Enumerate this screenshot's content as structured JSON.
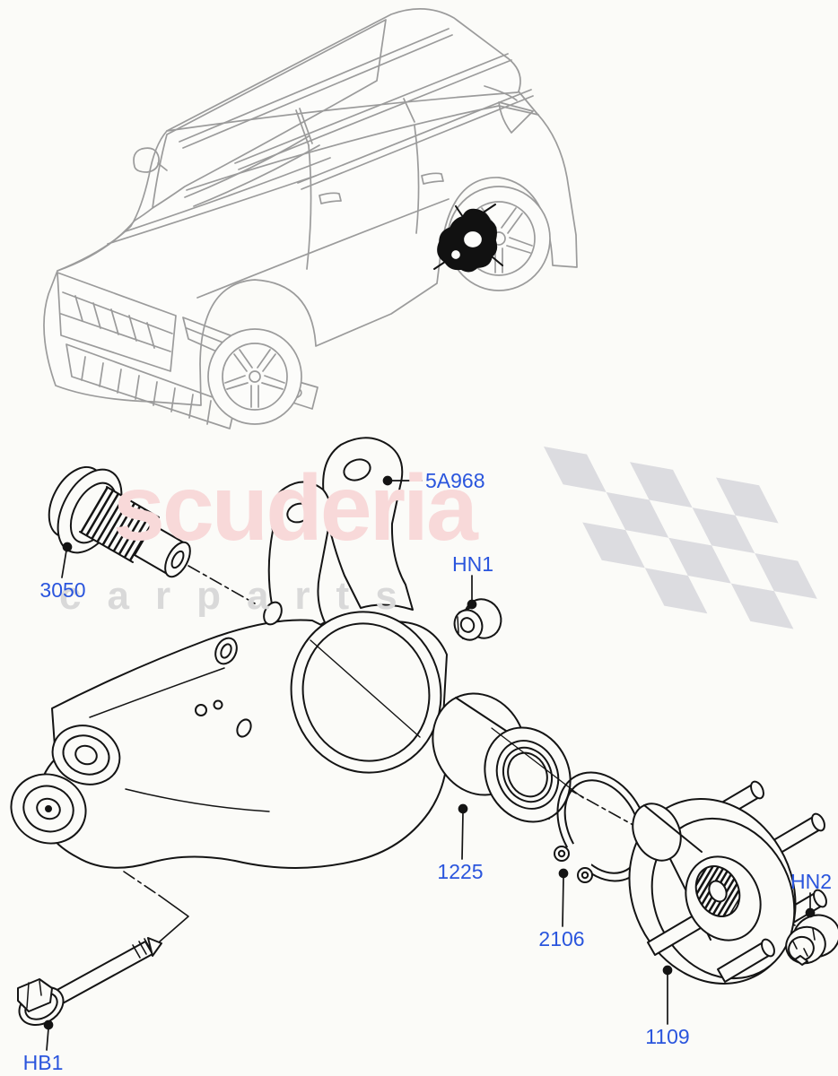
{
  "page": {
    "background_color": "#fbfbf8",
    "diagram_line_color": "#141414",
    "vehicle_line_color": "#9b9b9b"
  },
  "watermark": {
    "brand": "scuderia",
    "sub_brand": "carparts",
    "brand_color": "#f8d9d9",
    "sub_color": "#d9d9d9",
    "flag_color": "#dcdce0"
  },
  "diagram": {
    "label_color": "#2a55dd",
    "labels": [
      {
        "id": "5A968"
      },
      {
        "id": "3050"
      },
      {
        "id": "HN1"
      },
      {
        "id": "1225"
      },
      {
        "id": "2106"
      },
      {
        "id": "HN2"
      },
      {
        "id": "1109"
      },
      {
        "id": "HB1"
      }
    ]
  }
}
